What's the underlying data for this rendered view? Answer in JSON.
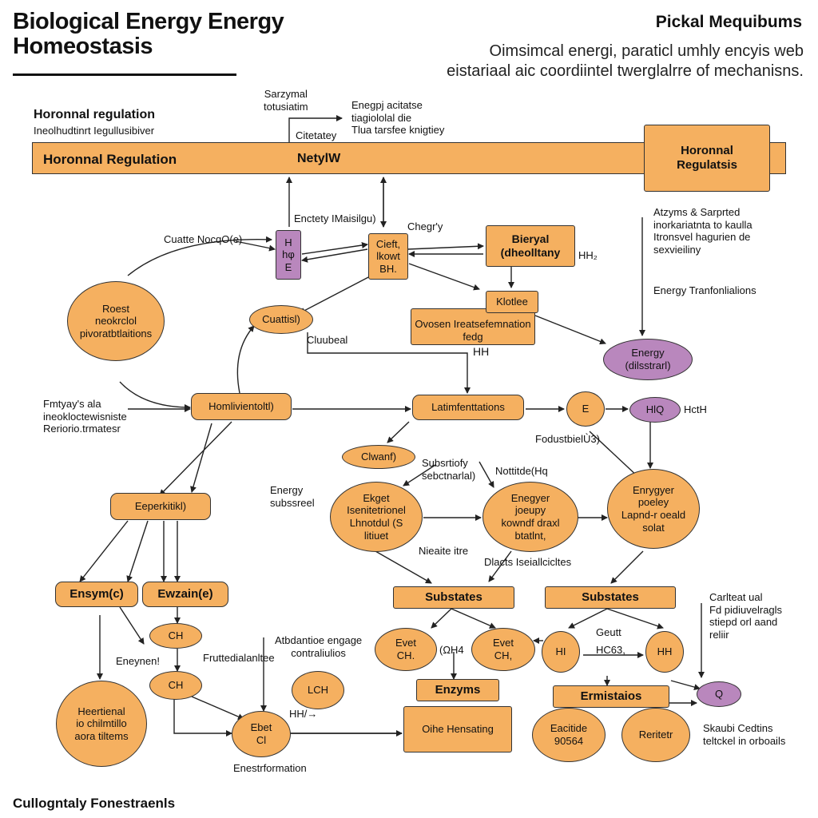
{
  "header": {
    "title": "Biological Energy Energy\nHomeostasis",
    "top_right_title": "Pickal Mequibums",
    "subtitle": "Oimsimcal energi, paraticl umhly encyis web\neistariaal aic coordiintel twerglalrre of mechanisns.",
    "footer": "Cullogntaly Fonestraenls"
  },
  "band": {
    "left_label": "Horonnal Regulation",
    "mid_label": "NetylW"
  },
  "nodes": {
    "hormonal_regulatis": "Horonnal\nRegulatsis",
    "hve": "H\nhφ\nE",
    "cieft": "Cieft,\nlkowt\nBH.",
    "bieryal": "Bieryal\n(dheolltany",
    "roest": "Roest\nneokrclol\npivoratbtlaitions",
    "cuattisl": "Cuattisl)",
    "oxosen": "Ovosen Ireatsefemnation\nfedg",
    "klotlee": "Klotlee",
    "energy_purple": "Energy\n(dilsstrarl)",
    "hmvent": "Homlivientoltl)",
    "latimfent": "Latimfenttations",
    "e_circle": "E",
    "hq_purple": "HlQ",
    "clwanf": "Clwanf)",
    "eeperkit": "Eeperkitikl)",
    "ekgef": "Ekget\nIsenitetrionel\nLhnotdul (S\nlitiuet",
    "energyr_mid": "Enegyer\njoeupy\nkowndf draxl\nbtatlnt,",
    "energyr_right": "Enrygyer\npoeley\nLapnd-r oeald\nsolat",
    "ensym_left": "Ensym(c)",
    "ewzan": "Ewzain(e)",
    "substates_left": "Substates",
    "substates_right": "Substates",
    "ch_top": "CH",
    "ch_bot": "CH",
    "evet_a": "Evet\nCH.",
    "evet_b": "Evet\nCH,",
    "hi_circle": "HI",
    "hh_circle": "HH",
    "lch": "LCH",
    "enzyms": "Enzyms",
    "ermistaios": "Ermistaios",
    "q_purple": "Q",
    "heertienal": "Heertienal\nio chilmtillo\naora tiltems",
    "ebet": "Ebet\nCl",
    "ohle": "Oihe Hensating",
    "eactlide": "Eacitide\n90564",
    "reritetr": "Reritetr"
  },
  "labels": {
    "hormonal_heading": "Horonnal regulation",
    "hormonal_sub": "Ineolhudtinrt Iegullusibiver",
    "sarzymal": "Sarzymal\ntotusiatim",
    "enegg": "Enegpj acitatse\ntiagiololal die\nTlua tarsfee knigtiey",
    "citetatey": "Citetatey",
    "enctety": "Enctety IMaisilgu)",
    "chegry": "Chegr'y",
    "cuatte": "Cuatte NocqO(e)",
    "hh_sub": "HH₂",
    "atzyms": "Atzyms & Sarprted\ninorkariatnta to kaulla\nItronsvel hagurien de\nsexvieiliny",
    "energy_transformations": "Energy Tranfonlialions",
    "cluubeal": "Cluubeal",
    "hh_label": "HH",
    "fmtyays": "Fmtyay's ala\nineokloctewisniste\nReriorio.trmatesr",
    "hcth": "HctH",
    "fodustbiel": "FodustbielÙ3)",
    "energy_subs": "Energy\nsubssreel",
    "substrofy": "Subsrtiofy\nsebctnarlal)",
    "nottitde": "Nottitde(Hq",
    "niesite": "Nieaite itre",
    "dlacts": "Dlacts Iseiallcicltes",
    "carfteat": "Carlteat ual\nFd pidiuvelragls\nstiepd orl aand\nreliir",
    "geutt": "Geutt",
    "hc63": "HC63,",
    "eneynel": "Eneynen!",
    "fruttedia": "Fruttedialanltee",
    "atbdantre": "Atbdantioe engage\ncontraliulios",
    "h4h": "(ΩH4",
    "hhh": "HH/→",
    "enestormation": "Enestrformation",
    "skaubi": "Skaubi Cedtins\nteltckel in orboails"
  }
}
